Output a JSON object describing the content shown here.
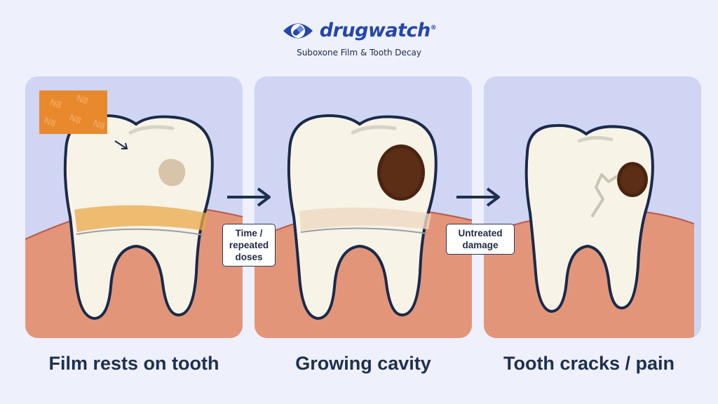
{
  "header": {
    "brand_name": "drugwatch",
    "registered_mark": "®",
    "subtitle": "Suboxone Film & Tooth Decay"
  },
  "film": {
    "label": "N8"
  },
  "panels": [
    {
      "caption": "Film rests on tooth"
    },
    {
      "caption": "Growing cavity"
    },
    {
      "caption": "Tooth cracks / pain"
    }
  ],
  "transitions": [
    {
      "label": "Time /\nrepeated\ndoses"
    },
    {
      "label": "Untreated\ndamage"
    }
  ],
  "colors": {
    "brand": "#2447a8",
    "panel_bg": "#cfd5f3",
    "gum": "#e3957a",
    "tooth": "#f7f3e6",
    "outline": "#1b2a4a",
    "film": "#e8892e",
    "decay": "#4a2410"
  },
  "icons": [
    "eye-pill-logo-icon",
    "right-arrow-icon"
  ]
}
